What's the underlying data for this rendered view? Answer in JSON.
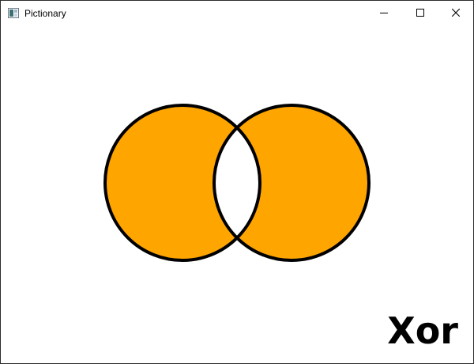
{
  "window": {
    "title": "Pictionary",
    "icon": "app-window-icon",
    "controls": [
      "minimize-icon",
      "maximize-icon",
      "close-icon"
    ]
  },
  "diagram": {
    "type": "venn",
    "operation_label": "Xor",
    "sets": [
      "left-set",
      "right-set"
    ],
    "shaded_regions": [
      "left-only",
      "right-only"
    ],
    "unshaded_regions": [
      "intersection"
    ],
    "fill_color": "#FFA500",
    "outline_color": "#000000",
    "background_color": "#FFFFFF"
  }
}
